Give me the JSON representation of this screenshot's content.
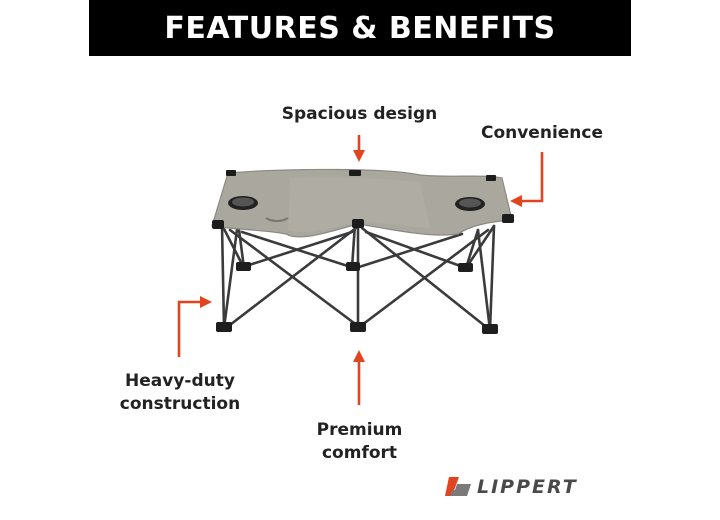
{
  "banner": {
    "title": "FEATURES & BENEFITS"
  },
  "callouts": {
    "spacious": "Spacious design",
    "convenience": "Convenience",
    "heavy_line1": "Heavy-duty",
    "heavy_line2": "construction",
    "premium_line1": "Premium",
    "premium_line2": "comfort"
  },
  "brand": {
    "name": "LIPPERT"
  },
  "colors": {
    "arrow": "#e0451f",
    "banner_bg": "#000000",
    "seat_fabric": "#aaa79f",
    "frame": "#3b3b3b"
  },
  "icons": {
    "callout_arrow": "arrow-icon",
    "brand_logo": "lippert-logo-icon"
  }
}
